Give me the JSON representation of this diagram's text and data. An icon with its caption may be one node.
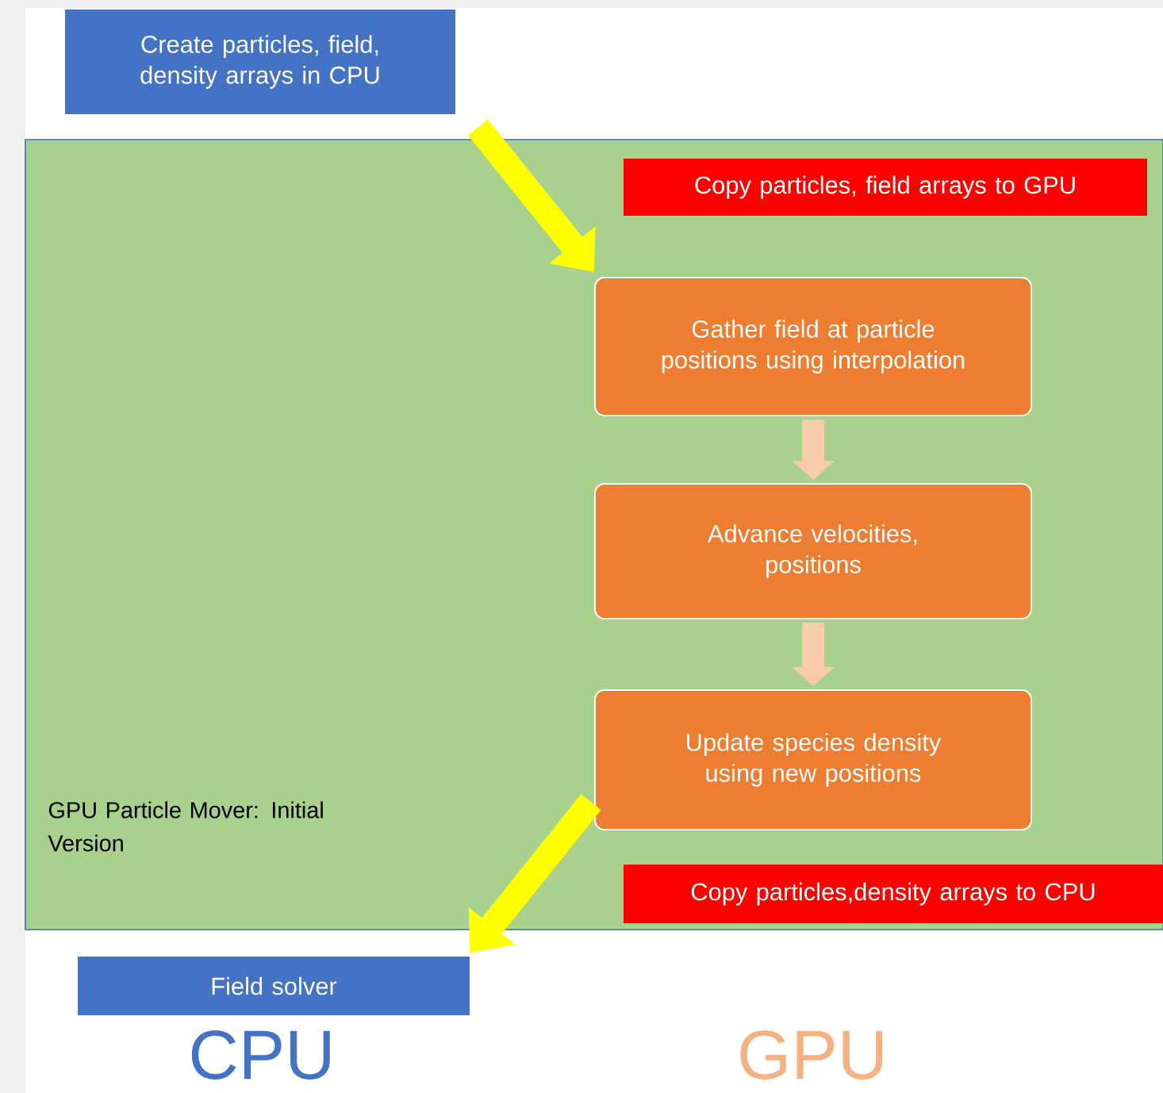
{
  "diagram": {
    "nodes": [
      {
        "text": [
          "Create particles, field, density arrays in CPU"
        ]
      },
      {
        "text": [
          "GPU Particle Mover: Initial Version"
        ]
      },
      {
        "text": [
          "Copy particles, field arrays to GPU"
        ],
        "in": 1
      },
      {
        "text": [
          "Gather field at particle positions using interpolation"
        ],
        "in": 1
      },
      {
        "text": [
          "Advance velocities, positions"
        ],
        "in": 1
      },
      {
        "text": [
          "Update species density using new positions"
        ],
        "in": 1
      },
      {
        "text": [
          "Copy particles,density arrays to CPU"
        ],
        "in": 1
      },
      {
        "text": [
          "Field solver"
        ]
      }
    ],
    "edges": [
      {
        "from": 0,
        "to": 3,
        "arrow": "to",
        "color": "#ffff00"
      },
      {
        "from": 3,
        "to": 4,
        "arrow": "to",
        "color": "#f8cbad"
      },
      {
        "from": 4,
        "to": 5,
        "arrow": "to",
        "color": "#f8cbad"
      },
      {
        "from": 5,
        "to": 7,
        "arrow": "to",
        "color": "#ffff00"
      }
    ],
    "labels": [
      "CPU",
      "GPU"
    ]
  }
}
